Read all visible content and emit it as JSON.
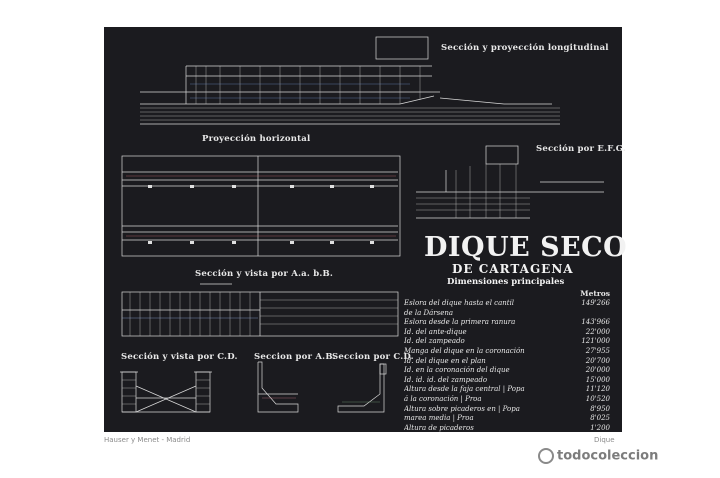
{
  "labels": {
    "longitudinal": "Sección y proyección longitudinal",
    "horizontal": "Proyección horizontal",
    "efg": "Sección por E.F.G.",
    "aabb": "Sección y vista por A.a. b.B.",
    "cd_view": "Sección y vista por C.D.",
    "ab_section": "Seccion por A.B.",
    "cd_section": "Seccion por C.D."
  },
  "title": {
    "main": "DIQUE SECO",
    "sub": "DE CARTAGENA",
    "dims_heading": "Dimensiones principales"
  },
  "table": {
    "unit_header": "Metros",
    "rows": [
      {
        "text": "Eslora del dique hasta el cantil",
        "value": "149'266"
      },
      {
        "text": "de la Dársena",
        "value": ""
      },
      {
        "text": "Eslora desde la primera ranura",
        "value": "143'966"
      },
      {
        "text": "Id. del ante-dique",
        "value": "22'000"
      },
      {
        "text": "Id. del zampeado",
        "value": "121'000"
      },
      {
        "text": "Manga del dique en la coronación",
        "value": "27'955"
      },
      {
        "text": "Id. del dique en el plan",
        "value": "20'700"
      },
      {
        "text": "Id. en la coronación del dique",
        "value": "20'000"
      },
      {
        "text": "Id. id. id. del zampeado",
        "value": "15'000"
      },
      {
        "text": "Altura desde la faja central | Popa",
        "value": "11'120"
      },
      {
        "text": "á la coronación | Proa",
        "value": "10'520"
      },
      {
        "text": "Altura sobre picaderos en | Popa",
        "value": "8'950"
      },
      {
        "text": "marea media | Proa",
        "value": "8'025"
      },
      {
        "text": "Altura de picaderos",
        "value": "1'200"
      }
    ]
  },
  "footer": {
    "left_caption": "Hauser y Menet - Madrid",
    "right_caption": "Dique",
    "watermark": "todocoleccion"
  },
  "colors": {
    "plate": "#1b1b1f",
    "ink": "#e9e9e9"
  }
}
